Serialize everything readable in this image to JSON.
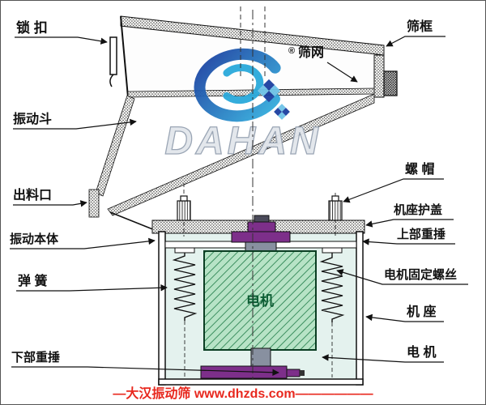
{
  "title": "vibrating-sieve-structure-diagram",
  "watermark": {
    "brand": "DAHAN"
  },
  "labels": {
    "lock": "锁 扣",
    "frame": "筛框",
    "registered": "®",
    "mesh": "筛网",
    "hopper": "振动斗",
    "outlet": "出料口",
    "body": "振动本体",
    "spring": "弹 簧",
    "lower_weight": "下部重捶",
    "nut": "螺 帽",
    "cover": "机座护盖",
    "upper_weight": "上部重捶",
    "motor_screw": "电机固定螺丝",
    "base": "机 座",
    "motor": "电 机",
    "motor_inner": "电机"
  },
  "footer": {
    "text": "—大汉振动筛 www.dhzds.com——————"
  },
  "colors": {
    "footer_red": "#e8281e",
    "motor_green_fill": "#b7e3c6",
    "motor_green_line": "#1e7a46",
    "motor_text": "#0c5c33",
    "weight_purple": "#7d2f8a",
    "base_interior": "#e4f2ee",
    "logo_blue": "#1b3fa0",
    "logo_cyan": "#35b3e0",
    "line_black": "#1a1a1a"
  }
}
